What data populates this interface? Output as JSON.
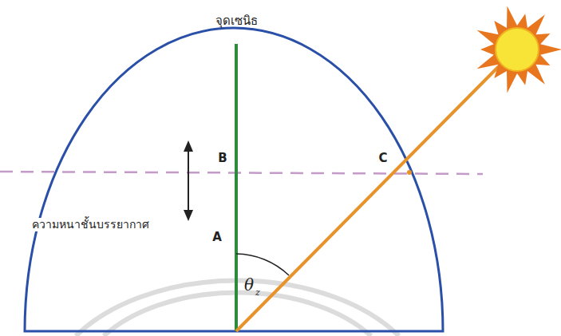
{
  "diagram": {
    "labels": [
      "จุดเซนิธ",
      "B",
      "C",
      "A",
      "ความหนาชั้นบรรยากาศ",
      "θ",
      "z"
    ]
  }
}
